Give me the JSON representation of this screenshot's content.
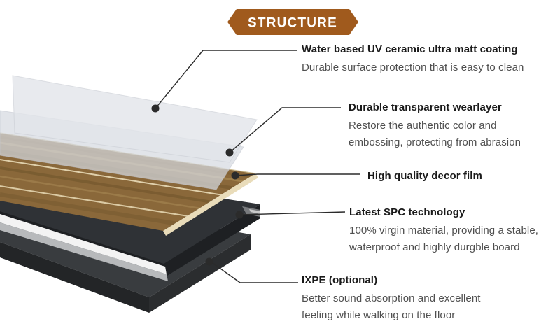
{
  "banner": {
    "label": "STRUCTURE"
  },
  "annotations": [
    {
      "title": "Water based UV ceramic ultra matt coating",
      "lines": [
        "Durable surface protection that is easy to clean"
      ]
    },
    {
      "title": "Durable transparent wearlayer",
      "lines": [
        "Restore the authentic color and",
        "embossing, protecting from abrasion"
      ]
    },
    {
      "title": "High quality decor film",
      "lines": []
    },
    {
      "title": "Latest SPC technology",
      "lines": [
        "100% virgin material, providing a stable,",
        "waterproof and highly durgble board"
      ]
    },
    {
      "title": "IXPE (optional)",
      "lines": [
        "Better sound absorption and excellent",
        "feeling while walking on the floor"
      ]
    }
  ],
  "colors": {
    "banner": "#a05a1d",
    "banner_text": "#ffffff",
    "callout": "#2b2b2b",
    "title_text": "#1a1a1a",
    "desc_text": "#4f4f4f",
    "sheet_uv": "#e2e5ea",
    "sheet_wear": "#d5d9e0",
    "wood": "#8a683a",
    "wood_edge": "#e9dcba",
    "spc_top": "#2f3236",
    "spc_side": "#1e2023",
    "strip_white": "#f3f3f3",
    "strip_shadow": "#b7b9bb",
    "ixpe_top": "#393c3f",
    "ixpe_side": "#232527",
    "ixpe_end": "#2b2d2f"
  }
}
